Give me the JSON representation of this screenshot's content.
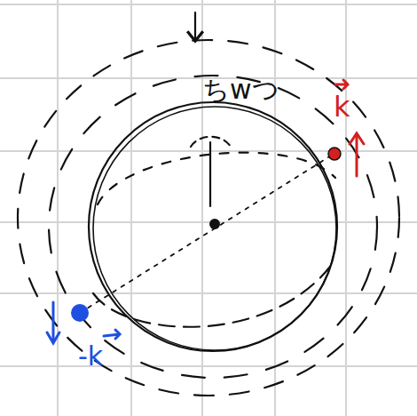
{
  "diagram": {
    "labels": [
      "ちwつ",
      "k",
      "-k"
    ]
  }
}
